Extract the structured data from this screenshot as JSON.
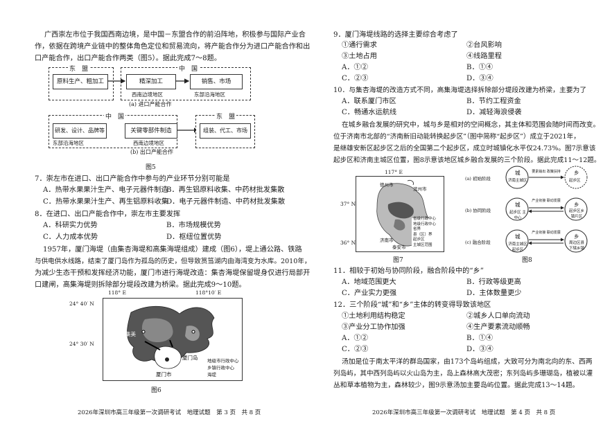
{
  "left": {
    "intro": [
      "广西崇左市位于我国西南边境，是中国－东盟合作的前沿阵地，积极参与国际产业合",
      "作，依据在跨境产业链中的整体角色定位和贸易流向，将产能合作分为进口产能合作和出",
      "口产能合作，出口产能合作两类（图5）。据此完成7～8题。"
    ],
    "fig5": {
      "a_top_left": "东　盟",
      "a_top_right": "中　国",
      "a_box1": "原料生产、粗加工",
      "a_box2": "精深加工",
      "a_box3": "销售、市场",
      "a_sub2": "西南边境地区",
      "a_sub3": "东部沿海地区",
      "a_caption": "(a) 进口产能合作",
      "b_top_left": "中　国",
      "b_top_right": "东　盟",
      "b_box1": "研发、设计、品牌等",
      "b_box2": "关键零部件制造",
      "b_box3": "组装、代工、市场",
      "b_sub1": "东部沿海地区",
      "b_sub2": "西南边境地区",
      "b_caption": "(b) 出口产能合作",
      "title": "图5"
    },
    "q7": "7．崇左市在进口、出口产能合作中参与的产业环节分别可能是",
    "q7_opts": [
      "A．热带水果果汁生产、电子元器件制造",
      "B．再生铝原料收集、中药材批发集散",
      "C．热带水果果汁生产、再生铝原料收集",
      "D．电子元器件制造、中药材批发集散"
    ],
    "q8": "8．在进口、出口产能合作中，崇左市主要发挥",
    "q8_opts": [
      "A．科研实力优势",
      "B．市场规模优势",
      "C．人力成本优势",
      "D．枢纽位置优势"
    ],
    "para2": [
      "1957年，厦门海堤（由集杏海堤和高集海堤组成）建成（图6），堤上通公路、铁路",
      "与供电供水线路，结束了厦门岛作为孤岛的历史，但导致筼筜湖内由海湾变为水库。2010年，",
      "为减少生态干预和发挥经济功能，厦门市进行海堤改造：集杏海堤保留堤身仅进行局部开",
      "口建闸，高集海堤则拆除部分堤段改建为桥梁。据此完成9～10题。"
    ],
    "fig6": {
      "lon1": "118° E",
      "lon2": "118°10′ E",
      "lat1": "24° 40′ N",
      "lat2": "24° 30′ N",
      "place_jimei": "集美",
      "place_xiamen_island": "厦门岛",
      "place_xiamen_city": "厦门市",
      "legend": [
        "地级市行政中心",
        "乡镇行政中心",
        "海堤"
      ],
      "title": "图6"
    },
    "footer": "2026年深圳市高三年级第一次调研考试　地理试题　第 3 页　共 8 页"
  },
  "right": {
    "q9": "9．厦门海堤线路的选择主要综合考虑了",
    "q9_items": [
      "①通行需求",
      "②台风影响",
      "③土地占用",
      "④线路里程"
    ],
    "q9_opts": [
      "A．①②",
      "B．①④",
      "C．②③",
      "D．③④"
    ],
    "q10": "10．与集杏海堤的改造方式不同，高集海堤选择拆除部分堤段改建为桥梁，主要为了",
    "q10_opts": [
      "A．联系厦门市区",
      "B．节约工程资金",
      "C．畅通水运航线",
      "D．减轻海浪侵袭"
    ],
    "para3": [
      "在城乡融合发展的研究中，城与乡是相对的空间概念，其主体和范围会随时间而改变。",
      "位于济南市北部的“济南新旧动能转换起步区”（图中简称“起步区”）成立于2021年，",
      "是继雄安新区起步区之后的全国第二个起步区，成立时城镇化水平仅24.73%。图7示意该",
      "起步区和济南主城区位置，图8示意该地区城乡融合发展的三个阶段。据此完成11～12题。"
    ],
    "fig7": {
      "lon": "117° E",
      "lat1": "37° N",
      "lat2": "36° N",
      "place1": "德州市",
      "place2": "滨州市",
      "place3": "济南市",
      "place4": "泰安市",
      "legend": [
        "省级行政中心",
        "地级行政中心",
        "省界",
        "县（区）界",
        "起步区",
        "主城区范围"
      ],
      "title": "图7"
    },
    "fig8": {
      "stage1": "(a) 初始阶段",
      "stage2": "(b) 协同阶段",
      "stage3": "(c) 融合阶段",
      "c1": "城",
      "c1s": "济南主城区",
      "c2": "乡",
      "c2s": "起步区",
      "arrow1": "要素输出 政策扶持",
      "c3": "城",
      "c3s": "起步区 主中心",
      "c4": "乡",
      "c4s": "起步区乡 镇片区",
      "arrow2": "产业衔接 联动发展",
      "c5": "城",
      "c5s": "济南主城区 起步区",
      "c6": "乡",
      "c6s": "周边区县 下辖乡镇",
      "arrow3": "产业衔接 联动发展",
      "title": "图8"
    },
    "q11": "11．相较于初始与协同阶段，融合阶段中的“乡”",
    "q11_opts": [
      "A．地域范围更大",
      "B．行政等级更高",
      "C．产业实力更强",
      "D．主体数量更少"
    ],
    "q12": "12．三个阶段“城”和“乡”主体的转变得导致该地区",
    "q12_items": [
      "①土地利用结构稳定",
      "②城乡人口单向流动",
      "③产业分工协作加强",
      "④生产要素流动顺畅"
    ],
    "q12_opts": [
      "A．①②",
      "B．①④",
      "C．②③",
      "D．③④"
    ],
    "para4": [
      "汤加是位于南太平洋的群岛国家，由173个岛屿组成，大致可分为南北向的东、西两",
      "列岛屿，其中西列岛屿以火山岛为主，岛上森林高大茂密；东列岛屿多珊瑚岛，植被以灌",
      "丛和草本植物为主，森林较少，图9示意汤加主要岛屿位置。据此完成13～14题。"
    ],
    "footer": "2026年深圳市高三年级第一次调研考试　地理试题　第 4 页　共 8 页"
  }
}
